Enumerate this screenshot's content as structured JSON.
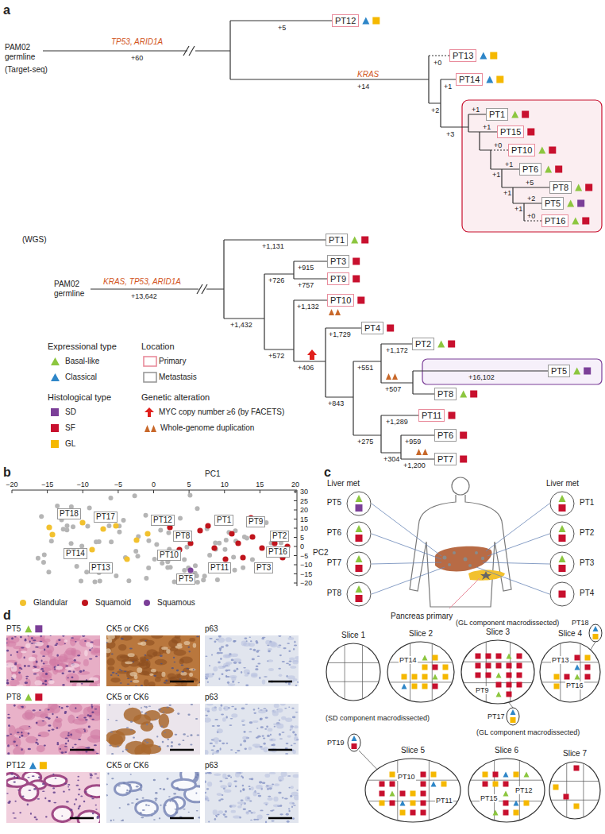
{
  "diagram": {
    "nodes": [
      {
        "text": [
          "PT12"
        ]
      },
      {
        "text": [
          "PT13"
        ]
      },
      {
        "text": [
          "PT14"
        ]
      },
      {
        "text": [
          "PT1"
        ]
      },
      {
        "text": [
          "PT15"
        ]
      },
      {
        "text": [
          "PT10"
        ]
      },
      {
        "text": [
          "PT6"
        ]
      },
      {
        "text": [
          "PT8"
        ]
      },
      {
        "text": [
          "PT5"
        ]
      },
      {
        "text": [
          "PT16"
        ]
      },
      {
        "text": [
          "PT1"
        ]
      },
      {
        "text": [
          "PT3"
        ]
      },
      {
        "text": [
          "PT9"
        ]
      },
      {
        "text": [
          "PT10"
        ]
      },
      {
        "text": [
          "PT4"
        ]
      },
      {
        "text": [
          "PT2"
        ]
      },
      {
        "text": [
          "PT5"
        ]
      },
      {
        "text": [
          "PT8"
        ]
      },
      {
        "text": [
          "PT11"
        ]
      },
      {
        "text": [
          "PT6"
        ]
      },
      {
        "text": [
          "PT7"
        ]
      },
      {
        "text": [
          "PT18"
        ]
      },
      {
        "text": [
          "PT17"
        ]
      },
      {
        "text": [
          "PT12"
        ]
      },
      {
        "text": [
          "PT1"
        ]
      },
      {
        "text": [
          "PT9"
        ]
      },
      {
        "text": [
          "PT8"
        ]
      },
      {
        "text": [
          "PT2"
        ]
      },
      {
        "text": [
          "PT14"
        ]
      },
      {
        "text": [
          "PT10"
        ]
      },
      {
        "text": [
          "PT16"
        ]
      },
      {
        "text": [
          "PT13"
        ]
      },
      {
        "text": [
          "PT11"
        ]
      },
      {
        "text": [
          "PT3"
        ]
      },
      {
        "text": [
          "PT5"
        ]
      },
      {
        "text": [
          "Slice 1"
        ]
      },
      {
        "text": [
          "Slice 2"
        ]
      },
      {
        "text": [
          "Slice 3"
        ]
      },
      {
        "text": [
          "Slice 4"
        ]
      },
      {
        "text": [
          "Slice 5"
        ]
      },
      {
        "text": [
          "Slice 6"
        ]
      },
      {
        "text": [
          "Slice 7"
        ]
      },
      {
        "text": [
          "PT5"
        ]
      },
      {
        "text": [
          "PT6"
        ]
      },
      {
        "text": [
          "PT7"
        ]
      },
      {
        "text": [
          "PT8"
        ]
      },
      {
        "text": [
          "PT1"
        ]
      },
      {
        "text": [
          "PT2"
        ]
      },
      {
        "text": [
          "PT3"
        ]
      },
      {
        "text": [
          "PT4"
        ]
      }
    ],
    "labels": [
      "a",
      "TP53, ARID1A",
      "+60",
      "PAM02 germline",
      "(Target-seq)",
      "+5",
      "KRAS",
      "+14",
      "+0",
      "+1",
      "+2",
      "+3",
      "+1",
      "+1",
      "+0",
      "+1",
      "+1",
      "+1",
      "+5",
      "+1",
      "+2",
      "+0",
      "(WGS)",
      "PAM02 germline",
      "KRAS, TP53, ARID1A",
      "+13,642",
      "+1,131",
      "+1,432",
      "+726",
      "+915",
      "+757",
      "+572",
      "+1,132",
      "+406",
      "+1,729",
      "+843",
      "+551",
      "+1,172",
      "+507",
      "+16,102",
      "+275",
      "+1,289",
      "+304",
      "+959",
      "+1,200",
      "Expressional type",
      "Location",
      "Histological type",
      "Genetic alteration",
      "b",
      "PC1",
      "−20",
      "−15",
      "−10",
      "−5",
      "0",
      "5",
      "10",
      "15",
      "20",
      "PC2",
      "30",
      "25",
      "20",
      "15",
      "10",
      "5",
      "0",
      "−5",
      "−10",
      "−15",
      "−20",
      "c",
      "Liver met",
      "Liver met",
      "Pancreas primary",
      "(GL component macrodissected)",
      "PT18",
      "PT14",
      "PT9",
      "PT13",
      "PT16",
      "PT17",
      "(GL component macrodissected)",
      "(SD component macrodissected)",
      "PT19",
      "PT10",
      "PT11",
      "PT15",
      "PT12",
      "d",
      "PT5",
      "CK5 or CK6",
      "p63",
      "PT8",
      "CK5 or CK6",
      "p63",
      "PT12",
      "CK5 or CK6",
      "p63"
    ],
    "legend": [
      {
        "text": "Basal-like",
        "color": "#8cc63f"
      },
      {
        "text": "Classical",
        "color": "#2e86c8"
      },
      {
        "text": "Primary"
      },
      {
        "text": "Metastasis"
      },
      {
        "text": "SD",
        "color": "#7b3f98"
      },
      {
        "text": "SF",
        "color": "#c8102e"
      },
      {
        "text": "GL",
        "color": "#f5b800"
      },
      {
        "text": "MYC copy number ≥6 (by FACETS)"
      },
      {
        "text": "Whole-genome duplication"
      },
      {
        "text": "Glandular",
        "color": "#f2c12e"
      },
      {
        "text": "Squamoid",
        "color": "#c0141c"
      },
      {
        "text": "Squamous",
        "color": "#7b3f98"
      }
    ]
  }
}
